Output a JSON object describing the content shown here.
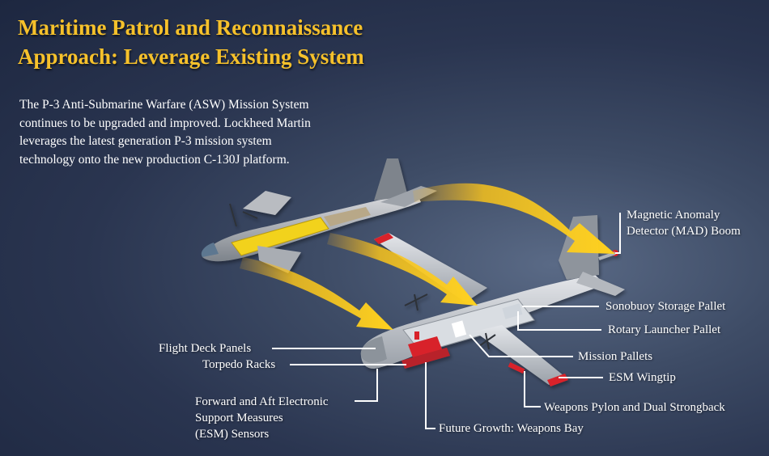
{
  "header": {
    "title_line1": "Maritime Patrol and Reconnaissance",
    "title_line2": "Approach: Leverage Existing System"
  },
  "intro": {
    "line1": "The P-3 Anti-Submarine Warfare (ASW) Mission System",
    "line2": "continues to be upgraded and improved. Lockheed Martin",
    "line3": "leverages the latest generation P-3 mission system",
    "line4": "technology onto the new production C-130J platform."
  },
  "callouts": {
    "mad_boom": {
      "line1": "Magnetic Anomaly",
      "line2": "Detector (MAD) Boom"
    },
    "sonobuoy": "Sonobuoy Storage Pallet",
    "rotary_launcher": "Rotary Launcher Pallet",
    "mission_pallets": "Mission Pallets",
    "esm_wingtip": "ESM Wingtip",
    "weapons_pylon": "Weapons Pylon and Dual Strongback",
    "weapons_bay": "Future Growth: Weapons Bay",
    "flight_deck": "Flight Deck Panels",
    "torpedo_racks": "Torpedo Racks",
    "esm_sensors": {
      "line1": "Forward and Aft Electronic",
      "line2": "Support Measures",
      "line3": "(ESM) Sensors"
    }
  },
  "colors": {
    "title": "#f6c12b",
    "arrow": "#f5c518",
    "highlight_yellow": "#f2d21a",
    "highlight_red": "#d8232a",
    "aircraft_gray": "#c4c7cc"
  }
}
